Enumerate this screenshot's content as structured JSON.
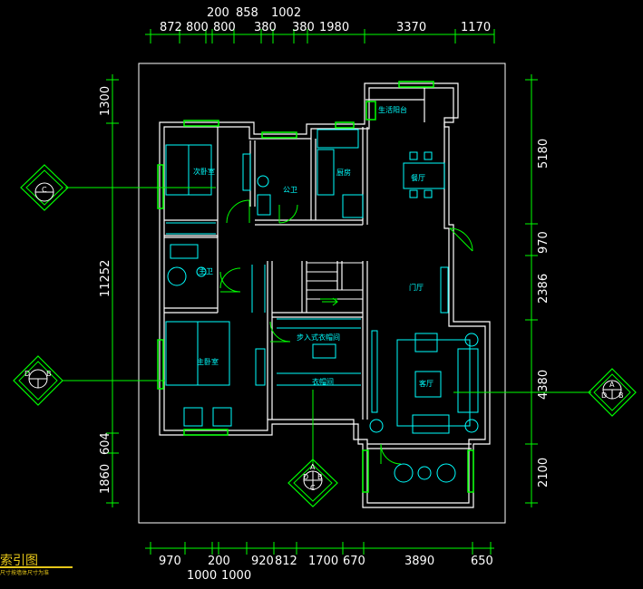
{
  "plan": {
    "top_dims": [
      "872",
      "800",
      "200",
      "800",
      "858",
      "380",
      "1002",
      "380",
      "1980",
      "3370",
      "1170"
    ],
    "bottom_dims": [
      "970",
      "1000",
      "200",
      "1000",
      "920",
      "812",
      "1700",
      "670",
      "3890",
      "650"
    ],
    "left_dims": [
      "1300",
      "11252",
      "604",
      "1860"
    ],
    "right_dims": [
      "5180",
      "970",
      "2386",
      "4380",
      "2100"
    ],
    "rooms": {
      "secondary_bedroom": "次卧室",
      "bathroom": "公卫",
      "kitchen": "厨房",
      "utility": "生活阳台",
      "dining": "餐厅",
      "master_bath": "主卫",
      "foyer": "门厅",
      "walk_in": "步入式衣帽间",
      "master_bedroom": "主卧室",
      "living": "客厅",
      "closet": "衣帽间"
    },
    "markers": {
      "left_top": {
        "top": "C",
        "left": "",
        "right": "",
        "bottom": ""
      },
      "left_mid": {
        "top": "",
        "left": "D",
        "right": "B",
        "bottom": ""
      },
      "right_mid": {
        "top": "A",
        "left": "D",
        "right": "B",
        "bottom": ""
      },
      "bottom_mid": {
        "top": "A",
        "left": "D",
        "right": "B",
        "bottom": "C"
      }
    }
  },
  "legend": {
    "title": "索引图",
    "subtitle": "尺寸按墙体尺寸为准"
  }
}
